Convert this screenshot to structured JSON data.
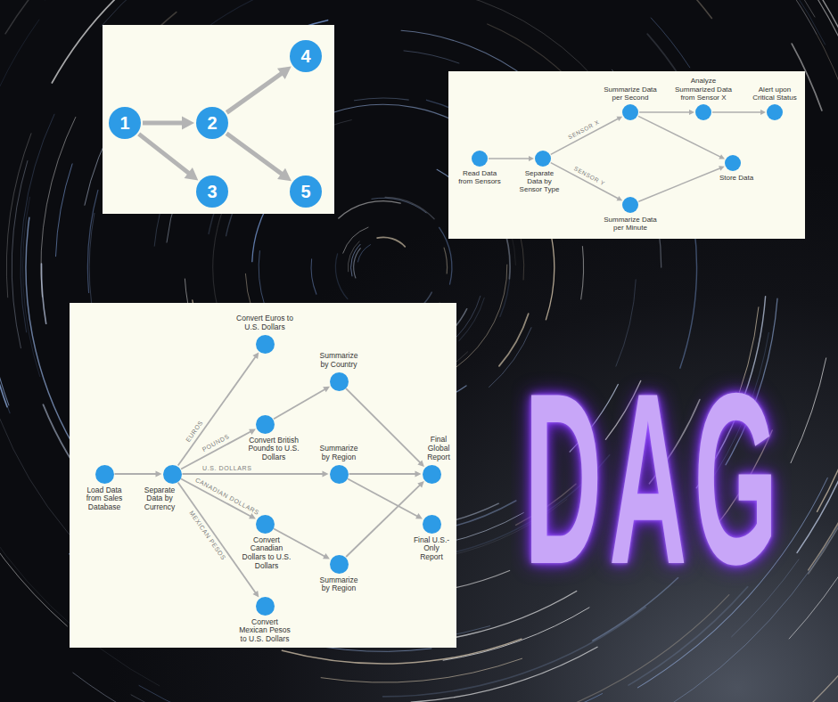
{
  "diagram": {
    "title": "DAG",
    "nodes": [
      {
        "text": [
          "1"
        ]
      },
      {
        "text": [
          "2"
        ]
      },
      {
        "text": [
          "3"
        ]
      },
      {
        "text": [
          "4"
        ]
      },
      {
        "text": [
          "5"
        ]
      },
      {
        "text": [
          "Read Data from Sensors"
        ]
      },
      {
        "text": [
          "Separate Data by Sensor Type"
        ]
      },
      {
        "text": [
          "Summarize Data per Second"
        ]
      },
      {
        "text": [
          "Analyze Summarized Data from Sensor X"
        ]
      },
      {
        "text": [
          "Alert upon Critical Status"
        ]
      },
      {
        "text": [
          "Store Data"
        ]
      },
      {
        "text": [
          "Summarize Data per Minute"
        ]
      },
      {
        "text": [
          "Load Data from Sales Database"
        ]
      },
      {
        "text": [
          "Separate Data by Currency"
        ]
      },
      {
        "text": [
          "Convert Euros to U.S. Dollars"
        ]
      },
      {
        "text": [
          "Convert British Pounds to U.S. Dollars"
        ]
      },
      {
        "text": [
          "Summarize by Country"
        ]
      },
      {
        "text": [
          "Summarize by Region"
        ]
      },
      {
        "text": [
          "Final Global Report"
        ]
      },
      {
        "text": [
          "Final U.S.-Only Report"
        ]
      },
      {
        "text": [
          "Convert Canadian Dollars to U.S. Dollars"
        ]
      },
      {
        "text": [
          "Summarize by Region"
        ]
      },
      {
        "text": [
          "Convert Mexican Pesos to U.S. Dollars"
        ]
      }
    ],
    "edges": [
      {
        "from": 0,
        "to": 1,
        "arrow": "to"
      },
      {
        "from": 0,
        "to": 2,
        "arrow": "to"
      },
      {
        "from": 1,
        "to": 3,
        "arrow": "to"
      },
      {
        "from": 1,
        "to": 4,
        "arrow": "to"
      },
      {
        "from": 5,
        "to": 6,
        "arrow": "to"
      },
      {
        "from": 6,
        "to": 7,
        "label": "SENSOR X",
        "arrow": "to"
      },
      {
        "from": 6,
        "to": 11,
        "label": "SENSOR Y",
        "arrow": "to"
      },
      {
        "from": 7,
        "to": 8,
        "arrow": "to"
      },
      {
        "from": 8,
        "to": 9,
        "arrow": "to"
      },
      {
        "from": 7,
        "to": 10,
        "arrow": "to"
      },
      {
        "from": 11,
        "to": 10,
        "arrow": "to"
      },
      {
        "from": 12,
        "to": 13,
        "arrow": "to"
      },
      {
        "from": 13,
        "to": 14,
        "label": "EUROS",
        "arrow": "to"
      },
      {
        "from": 13,
        "to": 15,
        "label": "POUNDS",
        "arrow": "to"
      },
      {
        "from": 13,
        "to": 17,
        "label": "U.S. DOLLARS",
        "arrow": "to"
      },
      {
        "from": 13,
        "to": 20,
        "label": "CANADIAN DOLLARS",
        "arrow": "to"
      },
      {
        "from": 13,
        "to": 22,
        "label": "MEXICAN PESOS",
        "arrow": "to"
      },
      {
        "from": 15,
        "to": 16,
        "arrow": "to"
      },
      {
        "from": 16,
        "to": 18,
        "arrow": "to"
      },
      {
        "from": 17,
        "to": 18,
        "arrow": "to"
      },
      {
        "from": 17,
        "to": 19,
        "arrow": "to"
      },
      {
        "from": 20,
        "to": 21,
        "arrow": "to"
      },
      {
        "from": 21,
        "to": 18,
        "arrow": "to"
      }
    ]
  }
}
